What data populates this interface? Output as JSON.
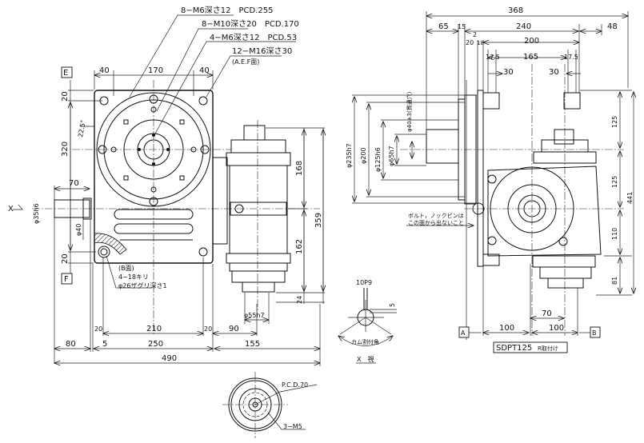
{
  "drawing": {
    "front_view": {
      "callouts": {
        "holes_pcd255": "8−M6深さ12　PCD.255",
        "holes_pcd170": "8−M10深さ20　PCD.170",
        "holes_pcd53": "4−M6深さ12　PCD.53",
        "holes_m16": "12−M16深さ30",
        "holes_m16_note": "(A.E.F面)",
        "base_face": "(B面)",
        "base_drill": "4−18キリ",
        "base_counterbore": "φ26ザグリ深さ1"
      },
      "datum_e": "E",
      "datum_f": "F",
      "dims": {
        "top_left": "40",
        "top_mid": "170",
        "top_right": "40",
        "left_top": "20",
        "left_height": "320",
        "left_bottom": "20",
        "angle": "22.5°",
        "shaft_len": "70",
        "shaft_dia": "φ35h6",
        "shaft_collar": "φ40",
        "right_168": "168",
        "right_162": "162",
        "right_359": "359",
        "right_24": "24",
        "bottom_shaft_dia": "φ55h7",
        "b_20a": "20",
        "b_210": "210",
        "b_20b": "20",
        "b_90": "90",
        "b_80": "80",
        "b_5": "5",
        "b_250": "250",
        "b_155": "155",
        "b_490": "490"
      },
      "view_mark": "X"
    },
    "x_view": {
      "key_width": "10P9",
      "key_depth": "5",
      "cam_angle": "カム割付角",
      "label": "X　視"
    },
    "bottom_view": {
      "pcd": "P.C.D.70",
      "holes": "3−M5"
    },
    "side_view": {
      "dims": {
        "top_368": "368",
        "top_65": "65",
        "top_15": "15",
        "top_240": "240",
        "top_48": "48",
        "top_2": "2",
        "top_20": "20",
        "top_18": "18",
        "top_200": "200",
        "top_17_5a": "17.5",
        "top_165": "165",
        "top_17_5b": "17.5",
        "top_30a": "30",
        "top_30b": "30",
        "dia_235": "φ235h7",
        "dia_200": "φ200",
        "dia_125": "φ125h6",
        "dia_65": "φ65h7",
        "dia_40": "φ40±3(貫通穴)",
        "r_125a": "125",
        "r_125b": "125",
        "r_110": "110",
        "r_81": "81",
        "r_441": "441",
        "b_70": "70",
        "b_100a": "100",
        "b_100b": "100"
      },
      "note_line1": "ボルト，ノックピンは",
      "note_line2": "この面から出ないこと",
      "datum_a": "A",
      "datum_b": "B",
      "model_label": "SDPT125",
      "model_suffix": "R取付け"
    }
  }
}
